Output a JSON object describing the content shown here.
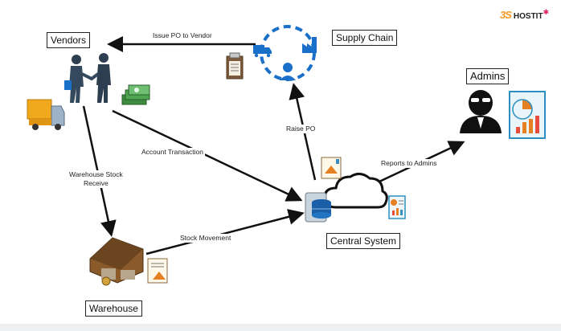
{
  "logo": {
    "mark": "3S",
    "word": "HOSTIT"
  },
  "nodes": {
    "vendors": "Vendors",
    "supply_chain": "Supply Chain",
    "admins": "Admins",
    "central_system": "Central System",
    "warehouse": "Warehouse"
  },
  "edges": {
    "issue_po": "Issue PO to Vendor",
    "account_transaction": "Account Transaction",
    "warehouse_stock_line1": "Warehouse Stock",
    "warehouse_stock_line2": "Receive",
    "raise_po": "Raise PO",
    "reports_to_admins": "Reports to Admins",
    "stock_movement": "Stock Movement"
  },
  "colors": {
    "arrow": "#111111",
    "blue_icon": "#1a6fc9",
    "cloud_stroke": "#111111",
    "truck": "#f0a81c",
    "warehouse": "#7a4a23",
    "admin_figure": "#111111"
  }
}
